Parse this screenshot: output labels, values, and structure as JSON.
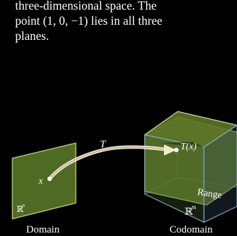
{
  "caption": {
    "line1": "three-dimensional space. The",
    "line2": "point (1, 0, −1) lies in all three",
    "line3": "planes."
  },
  "diagram": {
    "domain_space": "ℝ",
    "domain_exp": "n",
    "domain_label": "Domain",
    "point_x": "x",
    "map_label": "T",
    "image_point": "T(x)",
    "range_label": "Range",
    "codomain_space": "ℝ",
    "codomain_exp": "m",
    "codomain_label": "Codomain",
    "colors": {
      "plane_fill": "#4f6a22",
      "plane_edge": "#b4c06a",
      "range_fill": "#6f8a2c",
      "cube_edge": "#7aa7c7",
      "arrow": "#f3ead2"
    }
  }
}
